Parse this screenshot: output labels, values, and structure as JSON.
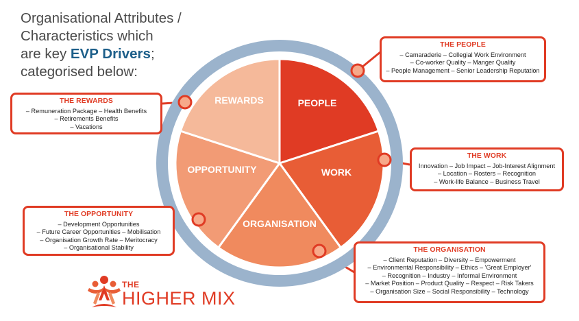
{
  "heading": {
    "line1": "Organisational Attributes /",
    "line2": "Characteristics which",
    "line3_pre": "are key ",
    "line3_em": "EVP Drivers",
    "line3_post": ";",
    "line4": "categorised below:"
  },
  "wheel": {
    "segments": {
      "people": "PEOPLE",
      "work": "WORK",
      "organisation": "ORGANISATION",
      "opportunity": "OPPORTUNITY",
      "rewards": "REWARDS"
    },
    "colors": {
      "people": "#e03b24",
      "work": "#e85d36",
      "organisation": "#f08a5e",
      "opportunity": "#f29b75",
      "rewards": "#f5b99a",
      "ring": "#9bb3cc",
      "connector": "#e03b24",
      "dot": "#f7a98a"
    }
  },
  "boxes": {
    "people": {
      "title": "THE PEOPLE",
      "lines": [
        "– Camaraderie – Collegial Work Environment",
        "– Co-worker Quality – Manger Quality",
        "– People Management – Senior Leadership Reputation"
      ]
    },
    "rewards": {
      "title": "THE REWARDS",
      "lines": [
        "– Remuneration Package – Health Benefits",
        "– Retirements Benefits",
        "– Vacations"
      ]
    },
    "work": {
      "title": "THE WORK",
      "lines": [
        "Innovation – Job Impact – Job-Interest Alignment",
        "– Location – Rosters – Recognition",
        "– Work-life Balance – Business Travel"
      ]
    },
    "opportunity": {
      "title": "THE OPPORTUNITY",
      "lines": [
        "– Development Opportunities",
        "– Future Career Opportunities – Mobilisation",
        "– Organisation Growth Rate – Meritocracy",
        "– Organisational Stability"
      ]
    },
    "organisation": {
      "title": "THE ORGANISATION",
      "lines": [
        "– Client Reputation – Diversity – Empowerment",
        "– Environmental Responsibility – Ethics – 'Great Employer'",
        "– Recognition – Industry – Informal Environment",
        "– Market Position – Product Quality – Respect – Risk Takers",
        "– Organisation Size – Social Responsibility – Technology"
      ]
    }
  },
  "logo": {
    "the": "THE",
    "name": "HIGHER MIX",
    "color": "#e03b24"
  }
}
